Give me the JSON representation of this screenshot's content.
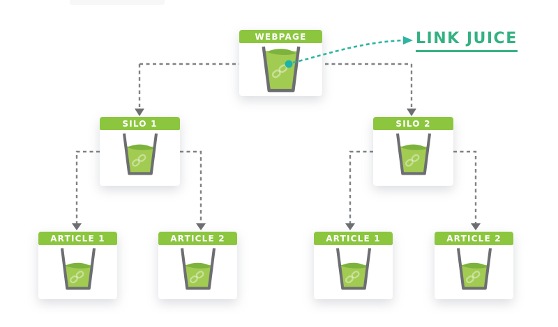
{
  "diagram": {
    "annotation": {
      "label": "LINK JUICE"
    },
    "nodes": [
      {
        "id": "webpage",
        "label": "WEBPAGE",
        "juice_fill_percent": 95
      },
      {
        "id": "silo-1",
        "label": "SILO 1",
        "juice_fill_percent": 70
      },
      {
        "id": "silo-2",
        "label": "SILO 2",
        "juice_fill_percent": 70
      },
      {
        "id": "silo-1-article-1",
        "label": "ARTICLE 1",
        "juice_fill_percent": 60
      },
      {
        "id": "silo-1-article-2",
        "label": "ARTICLE 2",
        "juice_fill_percent": 60
      },
      {
        "id": "silo-2-article-1",
        "label": "ARTICLE 1",
        "juice_fill_percent": 60
      },
      {
        "id": "silo-2-article-2",
        "label": "ARTICLE 2",
        "juice_fill_percent": 60
      }
    ],
    "colors": {
      "green": "#8cc63f",
      "juice": "#a2cb52",
      "juice_dark": "#7db33d",
      "glass_gray": "#6d6e71",
      "connector_gray": "#7f8285",
      "teal_line": "#2cb5a0",
      "teal_text": "#34b183",
      "teal_dot": "#1fb3a7",
      "card_bg": "#ffffff",
      "header_text": "#ffffff"
    }
  }
}
